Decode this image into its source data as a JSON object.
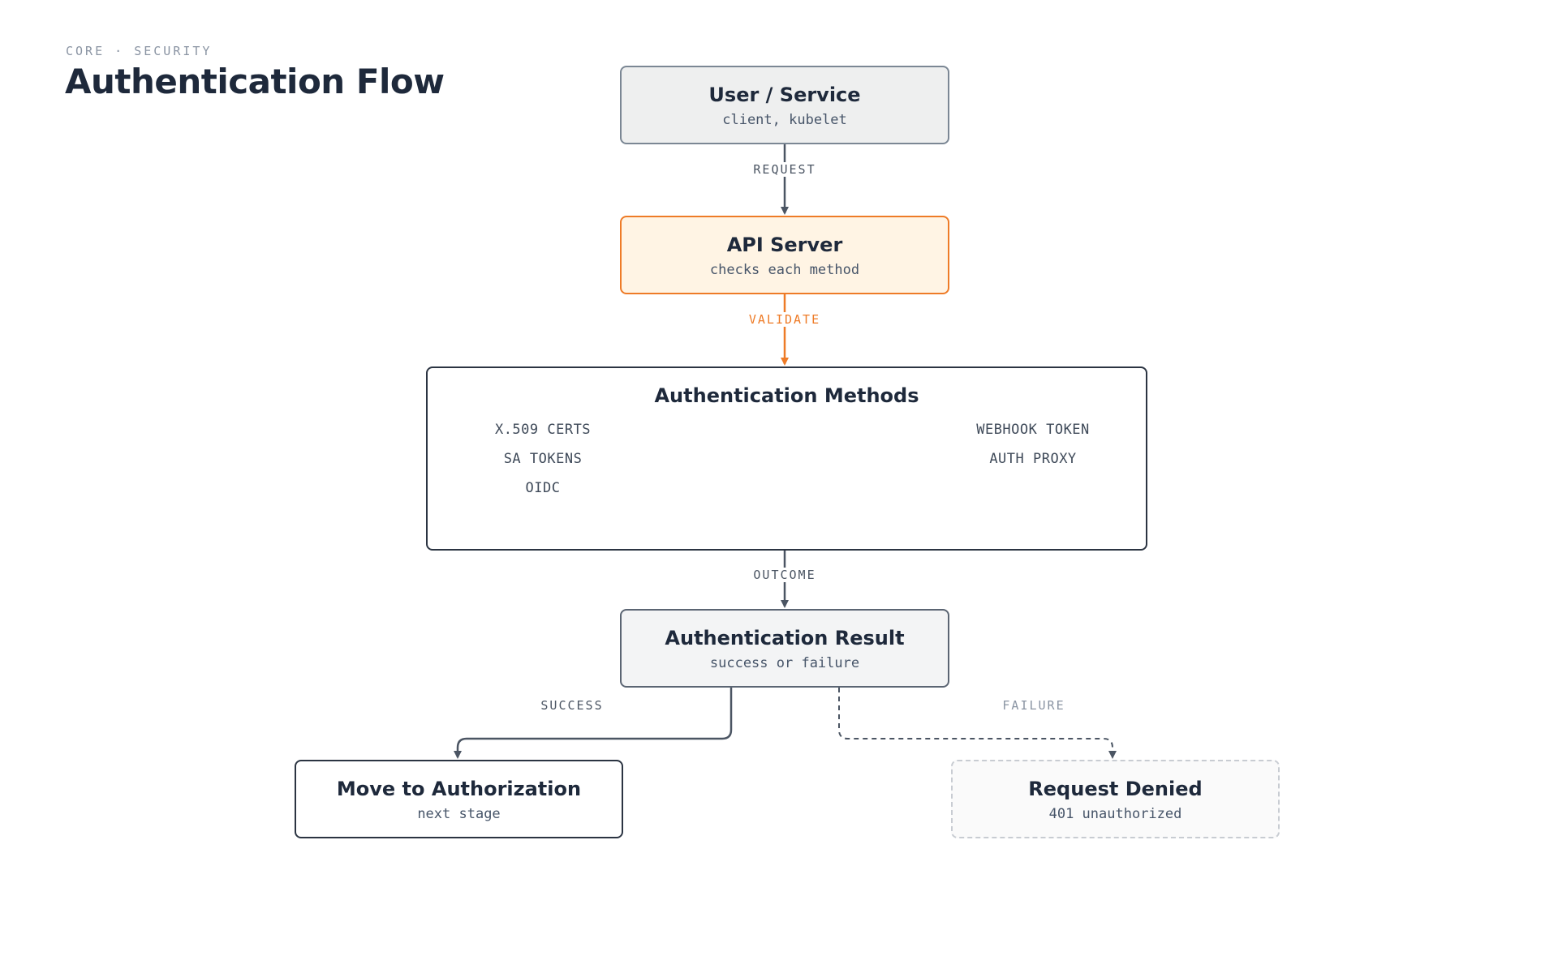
{
  "header": {
    "eyebrow": "CORE · SECURITY",
    "title": "Authentication Flow"
  },
  "nodes": {
    "user": {
      "title": "User / Service",
      "subtitle": "client, kubelet"
    },
    "api": {
      "title": "API Server",
      "subtitle": "checks each method"
    },
    "methods": {
      "title": "Authentication Methods",
      "left": [
        "X.509 CERTS",
        "SA TOKENS",
        "OIDC"
      ],
      "right": [
        "WEBHOOK TOKEN",
        "AUTH PROXY"
      ]
    },
    "result": {
      "title": "Authentication Result",
      "subtitle": "success or failure"
    },
    "authz": {
      "title": "Move to Authorization",
      "subtitle": "next stage"
    },
    "denied": {
      "title": "Request Denied",
      "subtitle": "401 unauthorized"
    }
  },
  "edges": {
    "request": "REQUEST",
    "validate": "VALIDATE",
    "outcome": "OUTCOME",
    "success": "SUCCESS",
    "failure": "FAILURE"
  },
  "colors": {
    "accent": "#ee7b27",
    "edge": "#4b5563",
    "muted": "#8a94a3"
  }
}
